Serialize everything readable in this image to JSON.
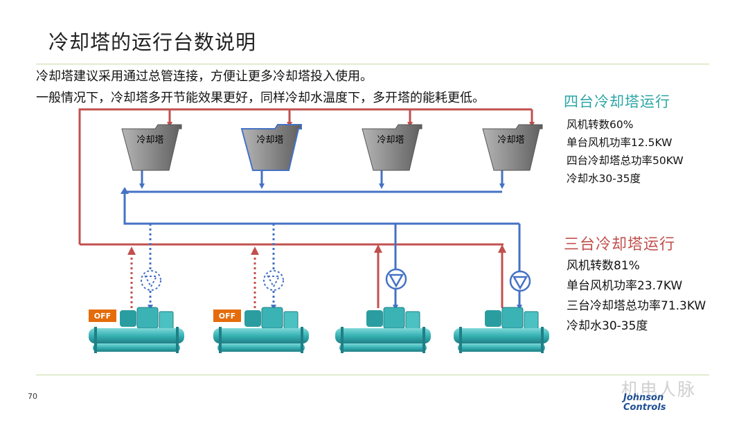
{
  "title": "冷却塔的运行台数说明",
  "intro": [
    "冷却塔建议采用通过总管连接，方便让更多冷却塔投入使用。",
    "一般情况下，冷却塔多开节能效果更好，同样冷却水温度下，多开塔的能耗更低。"
  ],
  "tower_label": "冷却塔",
  "off_label": "OFF",
  "four_towers": {
    "title": "四台冷却塔运行",
    "lines": [
      "风机转数60%",
      "单台风机功率12.5KW",
      "四台冷却塔总功率50KW",
      "冷却水30-35度"
    ]
  },
  "three_towers": {
    "title": "三台冷却塔运行",
    "lines": [
      "风机转数81%",
      "单台风机功率23.7KW",
      "三台冷却塔总功率71.3KW",
      "冷却水30-35度"
    ]
  },
  "page_number": "70",
  "watermark": "机电人脉",
  "brand": [
    "Johnson",
    "Controls"
  ],
  "colors": {
    "hot_pipe": "#c0504d",
    "cold_pipe": "#4472c4",
    "title_four": "#2ca6a6",
    "title_three": "#c0504d",
    "off_badge": "#e46c0a",
    "tower_fill": "#8c8c8c",
    "chiller_body": "#3cb8b8"
  },
  "chillers": [
    {
      "state": "off"
    },
    {
      "state": "off"
    },
    {
      "state": "on"
    },
    {
      "state": "on"
    }
  ]
}
